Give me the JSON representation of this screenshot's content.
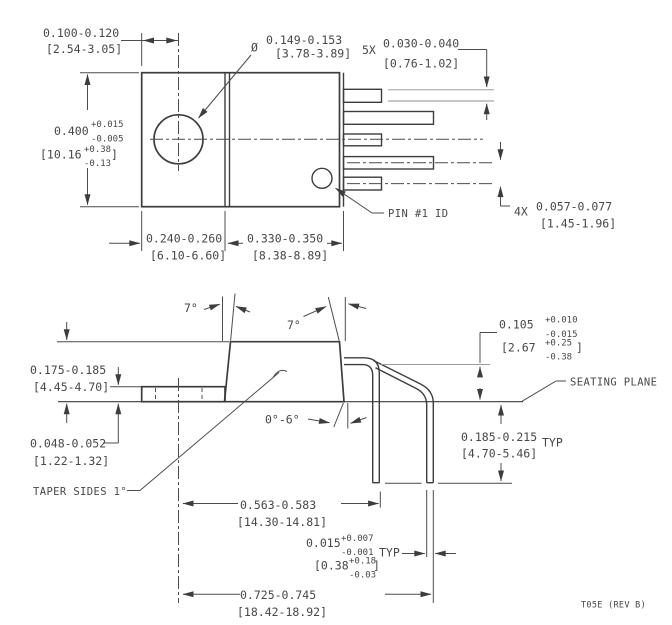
{
  "drawing": {
    "title_code": "T05E (REV B)",
    "colors": {
      "ink": "#3d3d3d",
      "background": "#ffffff"
    },
    "labels": {
      "pin1_id": "PIN #1 ID",
      "seating_plane": "SEATING PLANE",
      "taper_sides": "TAPER SIDES 1°",
      "angle_left": "7°",
      "angle_right": "7°",
      "lead_angle": "0°-6°",
      "dia_symbol": "Ø"
    },
    "dims": {
      "hole_offset": {
        "in": "0.100-0.120",
        "mm": "[2.54-3.05]"
      },
      "hole_dia": {
        "in": "0.149-0.153",
        "mm": "[3.78-3.89]"
      },
      "lead_width": {
        "qty": "5X",
        "in": "0.030-0.040",
        "mm": "[0.76-1.02]"
      },
      "body_height": {
        "in": "0.400",
        "tol_p": "+0.015",
        "tol_m": "-0.005",
        "mm": "[10.16",
        "mm_tol_p": "+0.38",
        "mm_tol_m": "-0.13",
        "mm_close": "]"
      },
      "tab_width": {
        "in": "0.240-0.260",
        "mm": "[6.10-6.60]"
      },
      "body_width": {
        "in": "0.330-0.350",
        "mm": "[8.38-8.89]"
      },
      "lead_pitch": {
        "qty": "4X",
        "in": "0.057-0.077",
        "mm": "[1.45-1.96]"
      },
      "body_thickness": {
        "in": "0.175-0.185",
        "mm": "[4.45-4.70]"
      },
      "tab_thickness": {
        "in": "0.048-0.052",
        "mm": "[1.22-1.32]"
      },
      "lead_height": {
        "in": "0.105",
        "tol_p": "+0.010",
        "tol_m": "-0.015",
        "mm": "[2.67",
        "mm_tol_p": "+0.25",
        "mm_tol_m": "-0.38",
        "mm_close": "]"
      },
      "standoff": {
        "in": "0.185-0.215",
        "typ": "TYP",
        "mm": "[4.70-5.46]"
      },
      "lead_thickness": {
        "in": "0.015",
        "tol_p": "+0.007",
        "tol_m": "-0.001",
        "typ": "TYP",
        "mm": "[0.38",
        "mm_tol_p": "+0.18",
        "mm_tol_m": "-0.03",
        "mm_close": "]"
      },
      "span_inner": {
        "in": "0.563-0.583",
        "mm": "[14.30-14.81]"
      },
      "span_outer": {
        "in": "0.725-0.745",
        "mm": "[18.42-18.92]"
      }
    }
  }
}
